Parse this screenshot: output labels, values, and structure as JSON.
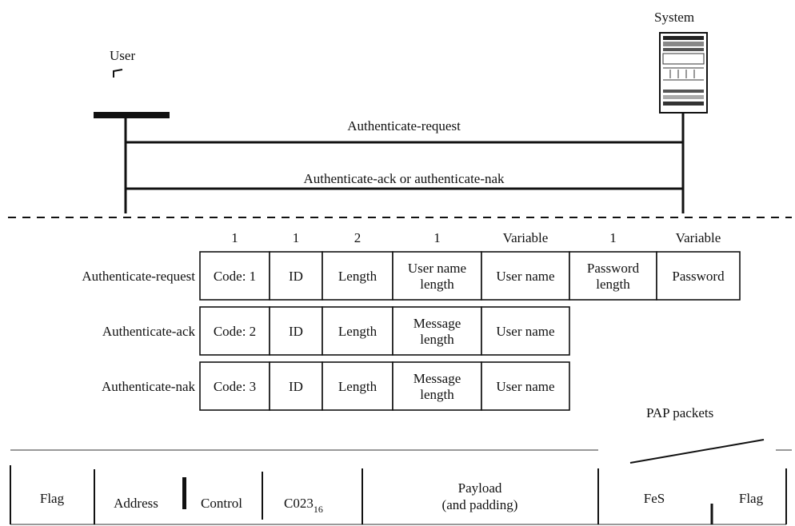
{
  "actors": {
    "user": "User",
    "system": "System"
  },
  "messages": {
    "request": "Authenticate-request",
    "reply": "Authenticate-ack or authenticate-nak"
  },
  "packets": {
    "field_sizes": [
      "1",
      "1",
      "2",
      "1",
      "Variable",
      "1",
      "Variable"
    ],
    "rows": [
      {
        "label": "Authenticate-request",
        "fields": [
          "Code: 1",
          "ID",
          "Length",
          "User name\nlength",
          "User name",
          "Password\nlength",
          "Password"
        ]
      },
      {
        "label": "Authenticate-ack",
        "fields": [
          "Code: 2",
          "ID",
          "Length",
          "Message\nlength",
          "User name"
        ]
      },
      {
        "label": "Authenticate-nak",
        "fields": [
          "Code: 3",
          "ID",
          "Length",
          "Message\nlength",
          "User name"
        ]
      }
    ],
    "caption": "PAP packets"
  },
  "frame": {
    "flag_left": "Flag",
    "address": "Address",
    "control": "Control",
    "protocol_value": "C023",
    "protocol_subscript": "16",
    "payload_line1": "Payload",
    "payload_line2": "(and padding)",
    "fcs": "FeS",
    "flag_right": "Flag"
  }
}
